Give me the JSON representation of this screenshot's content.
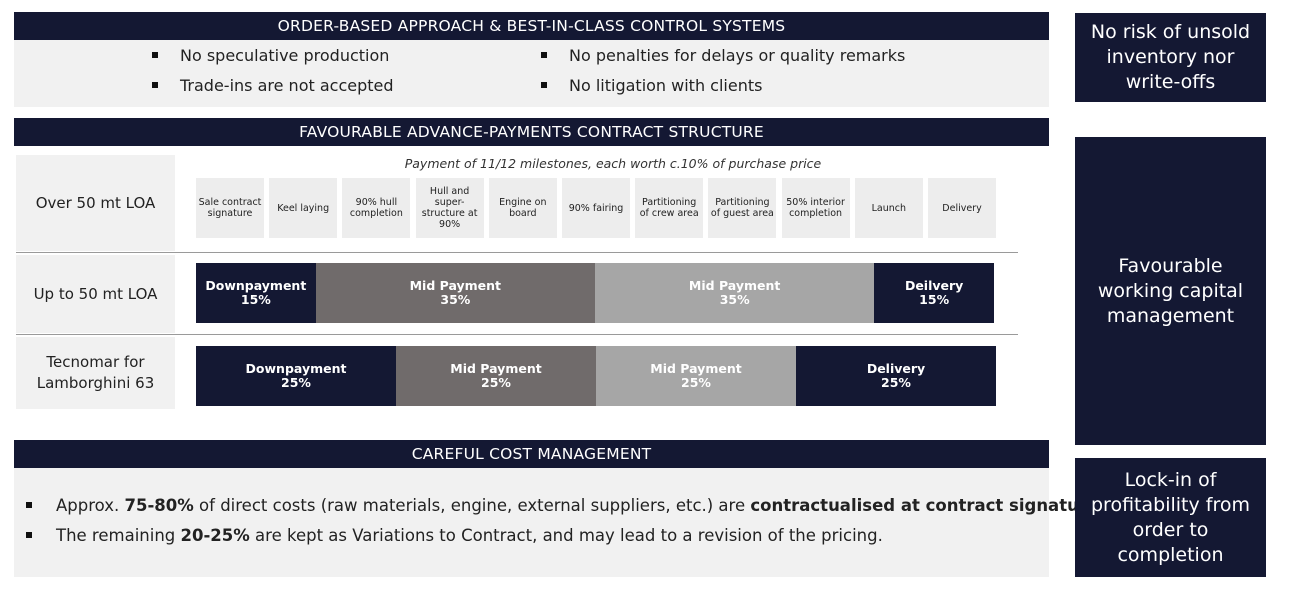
{
  "section1": {
    "title": "ORDER-BASED APPROACH & BEST-IN-CLASS CONTROL SYSTEMS",
    "bullets": [
      "No speculative production",
      "No penalties for delays or quality remarks",
      "Trade-ins are not accepted",
      "No litigation with clients"
    ]
  },
  "section2": {
    "title": "FAVOURABLE ADVANCE-PAYMENTS CONTRACT STRUCTURE",
    "caption": "Payment of 11/12 milestones, each worth c.10% of purchase price",
    "rows": [
      {
        "label": "Over 50 mt LOA"
      },
      {
        "label": "Up to 50 mt LOA"
      },
      {
        "label": "Tecnomar for Lamborghini 63"
      }
    ],
    "milestones": [
      "Sale contract signature",
      "Keel laying",
      "90% hull completion",
      "Hull and super-structure at 90%",
      "Engine on board",
      "90% fairing",
      "Partitioning of crew area",
      "Partitioning of guest area",
      "50% interior completion",
      "Launch",
      "Delivery"
    ],
    "up_to_50": [
      {
        "label": "Downpayment",
        "pct": "15%",
        "share": 15,
        "tone": "dark"
      },
      {
        "label": "Mid Payment",
        "pct": "35%",
        "share": 35,
        "tone": "mid"
      },
      {
        "label": "Mid Payment",
        "pct": "35%",
        "share": 35,
        "tone": "light"
      },
      {
        "label": "Deilvery",
        "pct": "15%",
        "share": 15,
        "tone": "dark"
      }
    ],
    "tecnomar": [
      {
        "label": "Downpayment",
        "pct": "25%",
        "share": 25,
        "tone": "dark"
      },
      {
        "label": "Mid Payment",
        "pct": "25%",
        "share": 25,
        "tone": "mid"
      },
      {
        "label": "Mid Payment",
        "pct": "25%",
        "share": 25,
        "tone": "light"
      },
      {
        "label": "Delivery",
        "pct": "25%",
        "share": 25,
        "tone": "dark"
      }
    ]
  },
  "section3": {
    "title": "CAREFUL COST MANAGEMENT",
    "line1": {
      "pre": "Approx. ",
      "bold1": "75-80%",
      "mid": " of direct costs (raw materials, engine, external suppliers, etc.) are ",
      "bold2": "contractualised at contract signature",
      "post": "."
    },
    "line2": {
      "pre": "The remaining ",
      "bold1": "20-25%",
      "post": " are kept as Variations to Contract, and may lead to a revision of the pricing."
    }
  },
  "side": {
    "box1": "No risk of unsold inventory nor write-offs",
    "box2": "Favourable working capital management",
    "box3": "Lock-in of profitability from order to completion"
  },
  "colors": {
    "navy": "#141833",
    "mid_grey": "#706b6b",
    "light_grey": "#a6a6a6",
    "panel": "#f1f1f1"
  }
}
